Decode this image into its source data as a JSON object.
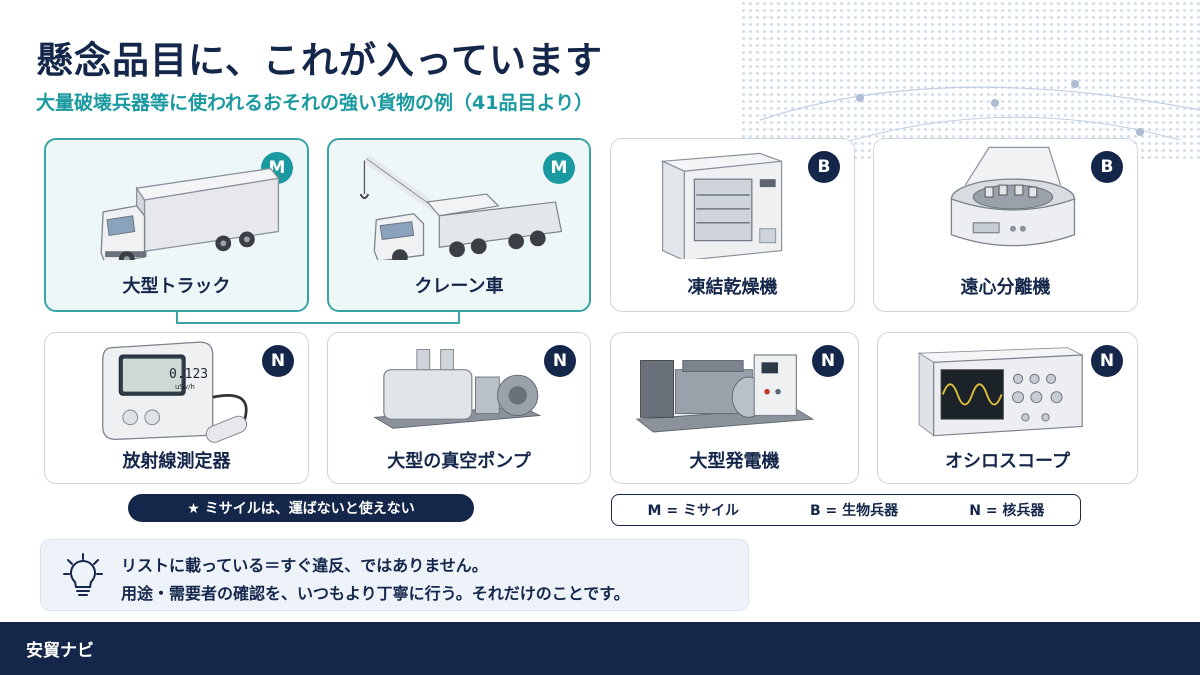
{
  "header": {
    "title": "懸念品目に、これが入っています",
    "subtitle": "大量破壊兵器等に使われるおそれの強い貨物の例（41品目より）"
  },
  "items": [
    {
      "label": "大型トラック",
      "badge": "M",
      "icon": "truck-icon"
    },
    {
      "label": "クレーン車",
      "badge": "M",
      "icon": "crane-truck-icon"
    },
    {
      "label": "凍結乾燥機",
      "badge": "B",
      "icon": "freeze-dryer-icon"
    },
    {
      "label": "遠心分離機",
      "badge": "B",
      "icon": "centrifuge-icon"
    },
    {
      "label": "放射線測定器",
      "badge": "N",
      "icon": "radiation-meter-icon"
    },
    {
      "label": "大型の真空ポンプ",
      "badge": "N",
      "icon": "vacuum-pump-icon"
    },
    {
      "label": "大型発電機",
      "badge": "N",
      "icon": "generator-icon"
    },
    {
      "label": "オシロスコープ",
      "badge": "N",
      "icon": "oscilloscope-icon"
    }
  ],
  "meter_reading": {
    "value": "0.123",
    "unit": "uSv/h"
  },
  "missile_note": "★ ミサイルは、運ばないと使えない",
  "legend": {
    "m": "M = ミサイル",
    "b": "B = 生物兵器",
    "n": "N = 核兵器"
  },
  "note": {
    "icon": "lightbulb-icon",
    "line1": "リストに載っている＝すぐ違反、ではありません。",
    "line2": "用途・需要者の確認を、いつもより丁寧に行う。それだけのことです。"
  },
  "footer": {
    "brand": "安貿ナビ"
  },
  "colors": {
    "navy": "#14274a",
    "teal": "#1a9aa0",
    "highlight_bg": "#eef7f8"
  }
}
